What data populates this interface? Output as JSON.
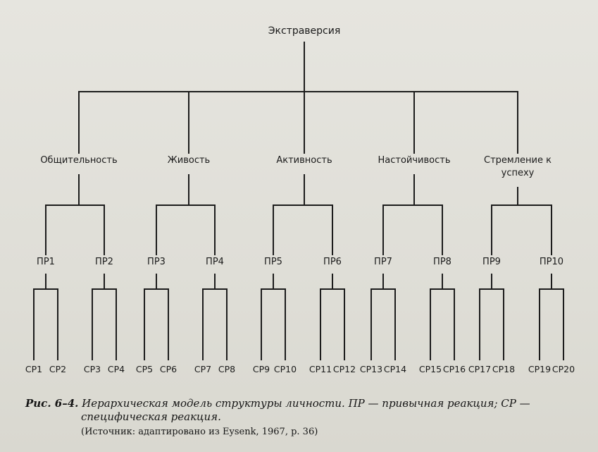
{
  "diagram": {
    "root": "Экстраверсия",
    "factors": [
      {
        "label": "Общительность",
        "habits": [
          {
            "label": "ПР1",
            "specifics": [
              "СР1",
              "СР2"
            ]
          },
          {
            "label": "ПР2",
            "specifics": [
              "СР3",
              "СР4"
            ]
          }
        ]
      },
      {
        "label": "Живость",
        "habits": [
          {
            "label": "ПР3",
            "specifics": [
              "СР5",
              "СР6"
            ]
          },
          {
            "label": "ПР4",
            "specifics": [
              "СР7",
              "СР8"
            ]
          }
        ]
      },
      {
        "label": "Активность",
        "habits": [
          {
            "label": "ПР5",
            "specifics": [
              "СР9",
              "СР10"
            ]
          },
          {
            "label": "ПР6",
            "specifics": [
              "СР11",
              "СР12"
            ]
          }
        ]
      },
      {
        "label": "Настойчивость",
        "habits": [
          {
            "label": "ПР7",
            "specifics": [
              "СР13",
              "СР14"
            ]
          },
          {
            "label": "ПР8",
            "specifics": [
              "СР15",
              "СР16"
            ]
          }
        ]
      },
      {
        "label": [
          "Стремление к",
          "успеху"
        ],
        "habits": [
          {
            "label": "ПР9",
            "specifics": [
              "СР17",
              "СР18"
            ]
          },
          {
            "label": "ПР10",
            "specifics": [
              "СР19",
              "СР20"
            ]
          }
        ]
      }
    ]
  },
  "caption": {
    "figure_label": "Рис. 6–4.",
    "text_line1": "Иерархическая модель структуры личности. ПР — привычная реакция; СР —",
    "text_line2": "специфическая реакция.",
    "source": "(Источник: адаптировано из Eysenk, 1967, p. 36)"
  }
}
